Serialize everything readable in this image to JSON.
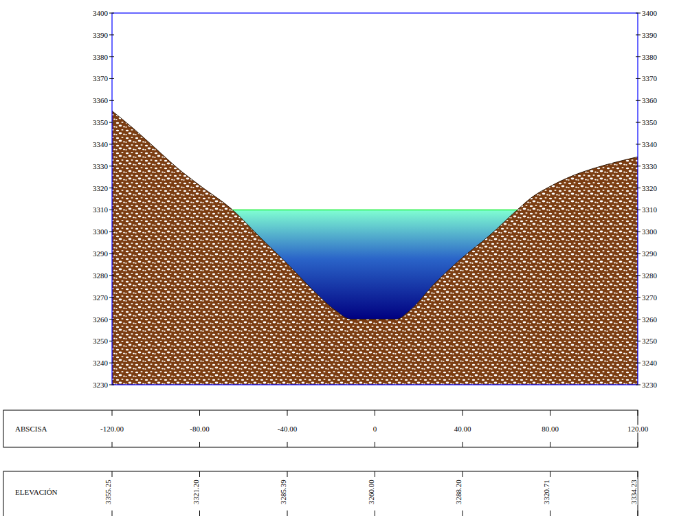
{
  "diagram": {
    "labels": [
      "3400",
      "3390",
      "3380",
      "3370",
      "3360",
      "3350",
      "3340",
      "3330",
      "3320",
      "3310",
      "3300",
      "3290",
      "3280",
      "3270",
      "3260",
      "3250",
      "3240",
      "3230",
      "3400",
      "3390",
      "3380",
      "3370",
      "3360",
      "3350",
      "3340",
      "3330",
      "3320",
      "3310",
      "3300",
      "3290",
      "3280",
      "3270",
      "3260",
      "3250",
      "3240",
      "3230",
      "ABSCISA",
      "-120.00",
      "-80.00",
      "-40.00",
      "0",
      "40.00",
      "80.00",
      "120.00",
      "ELEVACIÓN",
      "3355.25",
      "3321.20",
      "3285.39",
      "3260.00",
      "3288.20",
      "3320.71",
      "3334.23"
    ]
  }
}
